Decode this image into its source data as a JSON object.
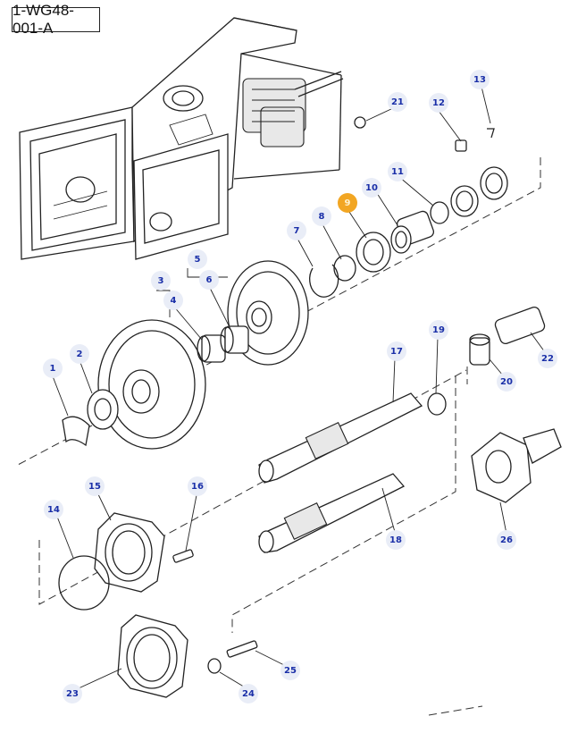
{
  "diagram": {
    "reference_code": "1-WG48-001-A",
    "highlight_color": "#f2a623",
    "callout_color": "#1a2fa8",
    "callouts": [
      {
        "label": "1"
      },
      {
        "label": "2"
      },
      {
        "label": "3"
      },
      {
        "label": "4"
      },
      {
        "label": "5"
      },
      {
        "label": "6"
      },
      {
        "label": "7"
      },
      {
        "label": "8"
      },
      {
        "label": "9",
        "highlighted": true
      },
      {
        "label": "10"
      },
      {
        "label": "11"
      },
      {
        "label": "12"
      },
      {
        "label": "13"
      },
      {
        "label": "14"
      },
      {
        "label": "15"
      },
      {
        "label": "16"
      },
      {
        "label": "17"
      },
      {
        "label": "18"
      },
      {
        "label": "19"
      },
      {
        "label": "20"
      },
      {
        "label": "21"
      },
      {
        "label": "22"
      },
      {
        "label": "23"
      },
      {
        "label": "24"
      },
      {
        "label": "25"
      },
      {
        "label": "26"
      }
    ]
  }
}
